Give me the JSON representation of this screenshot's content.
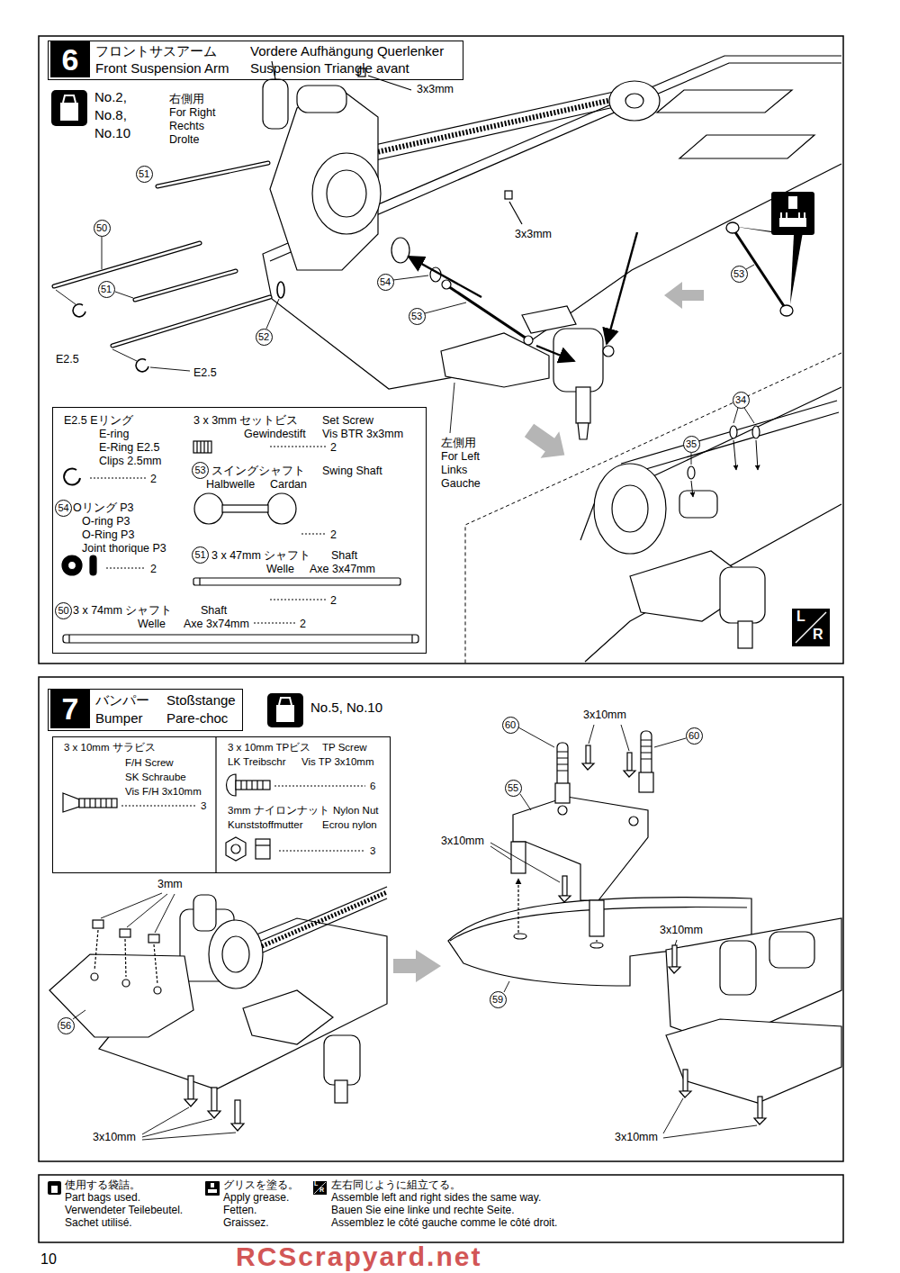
{
  "diagram": {
    "nodes": [
      {
        "text": [
          "6",
          "フロントサスアーム",
          "Front Suspension Arm",
          "Vordere Aufhängung Querlenker",
          "Suspension Triangle avant"
        ]
      },
      {
        "text": [
          "E2.5 Eリング",
          "E-ring",
          "E-Ring E2.5",
          "Clips 2.5mm",
          "2",
          "3 x 3mm セットビス",
          "Set Screw",
          "Gewindestift",
          "Vis BTR 3x3mm",
          "2",
          "54",
          "Oリング P3",
          "O-ring P3",
          "O-Ring P3",
          "Joint thorique P3",
          "2",
          "53",
          "スイングシャフト",
          "Swing Shaft",
          "Halbwelle",
          "Cardan",
          "2",
          "51",
          "3 x 47mm シャフト",
          "Shaft",
          "Welle",
          "Axe 3x47mm",
          "2",
          "50",
          "3 x 74mm シャフト",
          "Shaft",
          "Welle",
          "Axe 3x74mm",
          "2"
        ]
      },
      {
        "text": [
          "7",
          "バンパー",
          "Bumper",
          "Stoßstange",
          "Pare-choc"
        ]
      },
      {
        "text": [
          "3 x 10mm サラビス",
          "F/H Screw",
          "SK Schraube",
          "Vis F/H 3x10mm",
          "3",
          "3 x 10mm TPビス",
          "TP Screw",
          "LK Treibschr",
          "Vis TP 3x10mm",
          "6",
          "3mm ナイロンナット",
          "Nylon Nut",
          "Kunststoffmutter",
          "Ecrou nylon",
          "3"
        ]
      }
    ],
    "labels": [
      "No.2, No.8, No.10",
      "右側用",
      "For Right",
      "Rechts",
      "Drolte",
      "3x3mm",
      "51",
      "3x3mm",
      "50",
      "51",
      "52",
      "54",
      "53",
      "53",
      "E2.5",
      "E2.5",
      "左側用",
      "For Left",
      "Links",
      "Gauche",
      "35",
      "34",
      "L",
      "R",
      "No.5, No.10",
      "3mm",
      "60",
      "3x10mm",
      "60",
      "55",
      "3x10mm",
      "3x10mm",
      "59",
      "56",
      "3x10mm",
      "3x10mm",
      "10",
      "RCScrapyard.net",
      "L",
      "R"
    ],
    "legend": [
      {
        "text": "使用する袋詰。"
      },
      {
        "text": "Part bags used."
      },
      {
        "text": "Verwendeter Teilebeutel."
      },
      {
        "text": "Sachet utilisé."
      },
      {
        "text": "グリスを塗る。"
      },
      {
        "text": "Apply grease."
      },
      {
        "text": "Fetten."
      },
      {
        "text": "Graissez."
      },
      {
        "text": "左右同じように組立てる。"
      },
      {
        "text": "Assemble left and right sides the same way."
      },
      {
        "text": "Bauen Sie eine linke und rechte Seite."
      },
      {
        "text": "Assemblez le côté gauche comme le côté droit."
      }
    ]
  }
}
